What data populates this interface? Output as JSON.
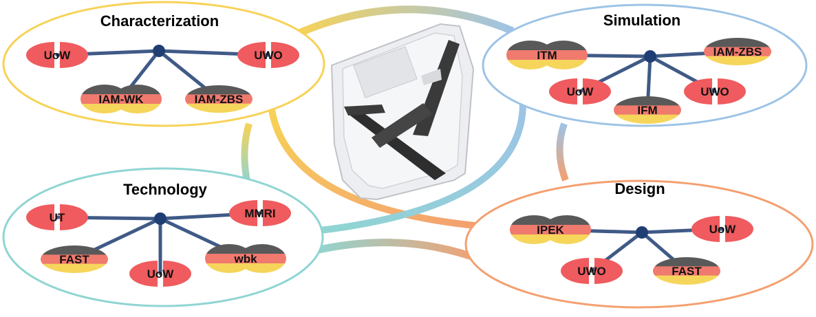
{
  "groups": {
    "characterization": {
      "title": "Characterization",
      "border_color": "#F7D257",
      "members": [
        {
          "label": "UoW",
          "flag": "uk"
        },
        {
          "label": "UWO",
          "flag": "uk"
        },
        {
          "label": "IAM-WK",
          "flag": "de-double"
        },
        {
          "label": "IAM-ZBS",
          "flag": "de"
        }
      ]
    },
    "simulation": {
      "title": "Simulation",
      "border_color": "#9DC3E6",
      "members": [
        {
          "label": "ITM",
          "flag": "de-double"
        },
        {
          "label": "IAM-ZBS",
          "flag": "de"
        },
        {
          "label": "UoW",
          "flag": "uk"
        },
        {
          "label": "IFM",
          "flag": "de"
        },
        {
          "label": "UWO",
          "flag": "uk"
        }
      ]
    },
    "technology": {
      "title": "Technology",
      "border_color": "#8FD5D3",
      "members": [
        {
          "label": "UT",
          "flag": "uk"
        },
        {
          "label": "MMRI",
          "flag": "uk"
        },
        {
          "label": "FAST",
          "flag": "de"
        },
        {
          "label": "UoW",
          "flag": "uk"
        },
        {
          "label": "wbk",
          "flag": "de-double"
        }
      ]
    },
    "design": {
      "title": "Design",
      "border_color": "#F4A070",
      "members": [
        {
          "label": "IPEK",
          "flag": "de-double"
        },
        {
          "label": "UoW",
          "flag": "uk"
        },
        {
          "label": "UWO",
          "flag": "uk"
        },
        {
          "label": "FAST",
          "flag": "de"
        }
      ]
    }
  },
  "colors": {
    "hub": "#1F3E73",
    "uk_red": "#EF5B5E",
    "de_black": "#595959",
    "de_red": "#F07A6E",
    "de_gold": "#F6D55B"
  },
  "center_image": {
    "icon": "composite-part-photo"
  }
}
